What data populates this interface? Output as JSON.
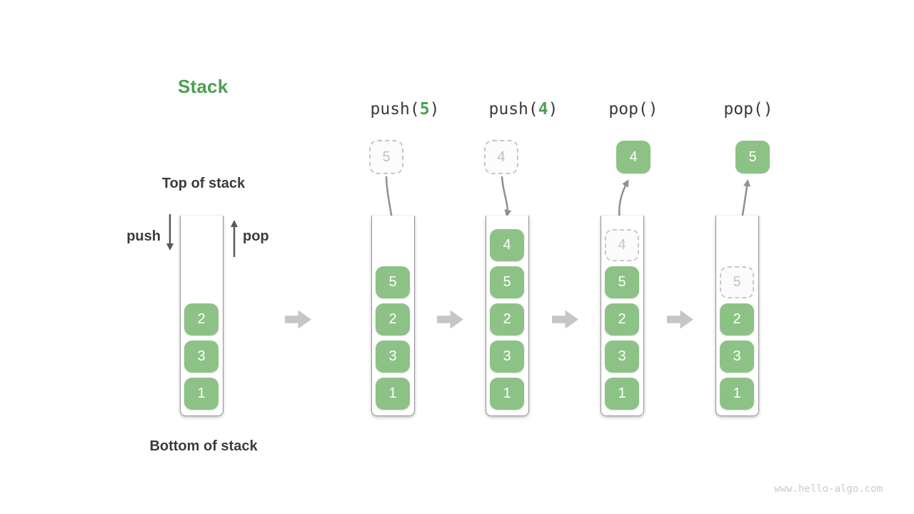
{
  "page": {
    "title": "Stack",
    "watermark": "www.hello-algo.com"
  },
  "labels": {
    "top_of_stack": "Top of stack",
    "bottom_of_stack": "Bottom of stack",
    "push": "push",
    "pop": "pop"
  },
  "colors": {
    "accent_green": "#4e9e53",
    "box_green": "#8dc287",
    "text_dark": "#3b3b3b",
    "arrow_dark": "#58595b",
    "arrow_gray": "#8f8f8f",
    "block_arrow_gray": "#c6c6c6",
    "ghost_gray": "#c1c1c1"
  },
  "initial_stack": {
    "items": [
      "2",
      "3",
      "1"
    ]
  },
  "operations": [
    {
      "pre": "push(",
      "arg": "5",
      "post": ")",
      "float": "5",
      "items": [
        "5",
        "2",
        "3",
        "1"
      ]
    },
    {
      "pre": "push(",
      "arg": "4",
      "post": ")",
      "float": "4",
      "items": [
        "4",
        "5",
        "2",
        "3",
        "1"
      ]
    },
    {
      "pre": "pop()",
      "arg": "",
      "post": "",
      "float": "4",
      "ghost": "4",
      "items": [
        "5",
        "2",
        "3",
        "1"
      ]
    },
    {
      "pre": "pop()",
      "arg": "",
      "post": "",
      "float": "5",
      "ghost": "5",
      "items": [
        "2",
        "3",
        "1"
      ]
    }
  ]
}
